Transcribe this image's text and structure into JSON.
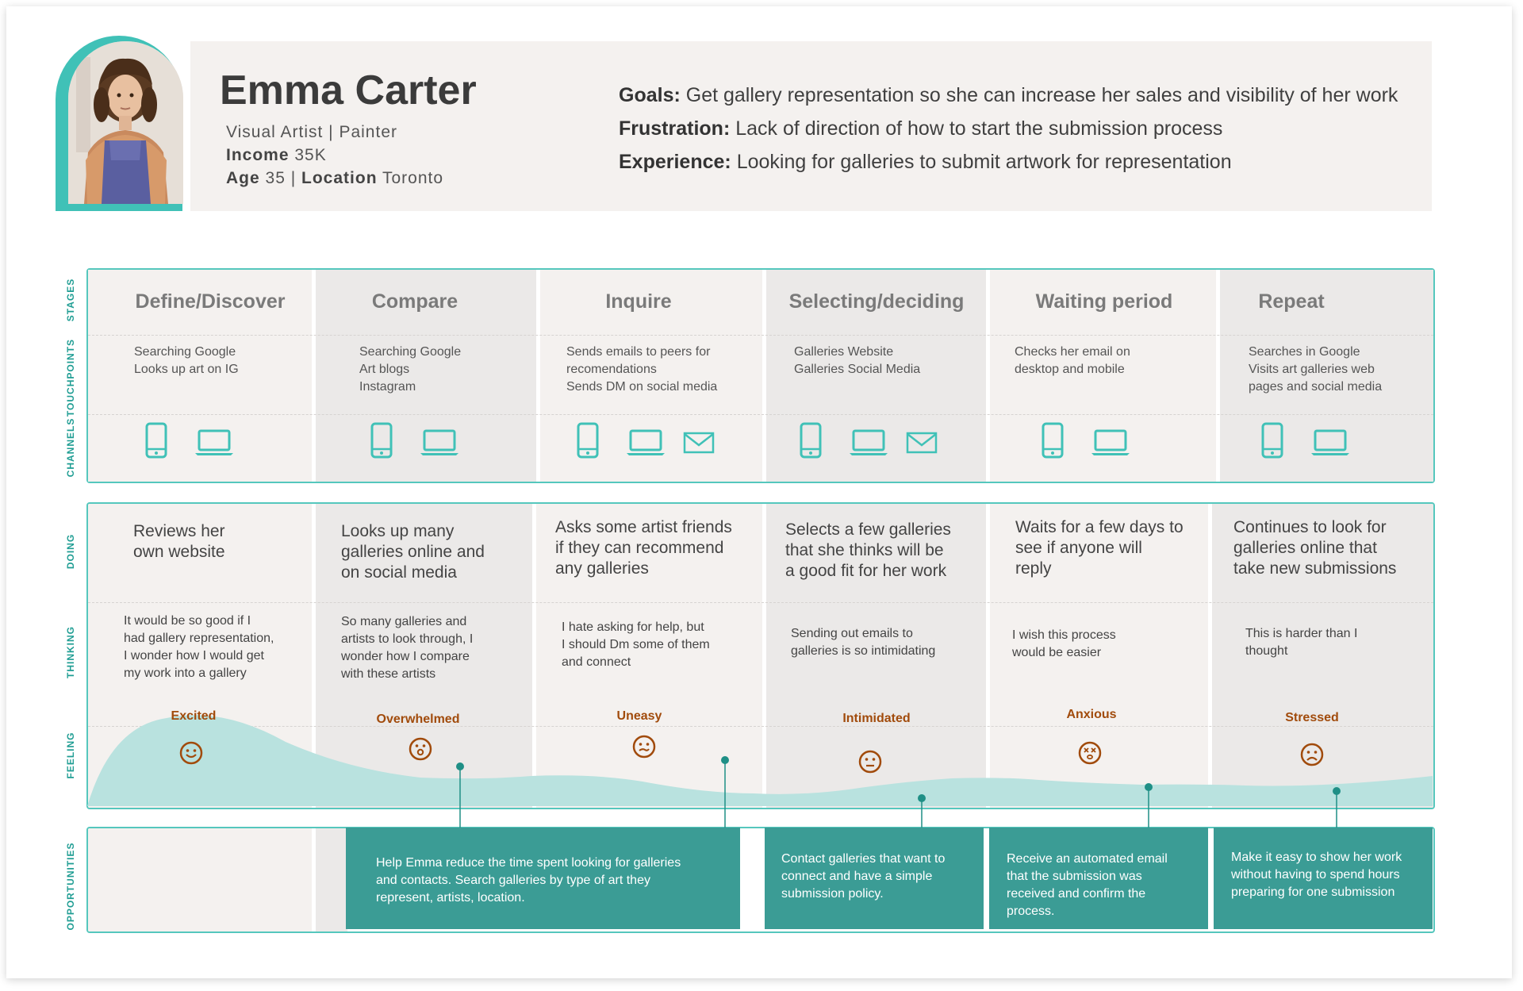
{
  "persona": {
    "name": "Emma Carter",
    "role": "Visual Artist | Painter",
    "income_label": "Income",
    "income_value": "35K",
    "age_label": "Age",
    "age_value": "35 |",
    "location_label": "Location",
    "location_value": "Toronto",
    "goals_label": "Goals:",
    "goals_text": "Get gallery representation so she can increase her sales and visibility of her work",
    "frustration_label": "Frustration:",
    "frustration_text": "Lack of direction of how to start the submission process",
    "experience_label": "Experience:",
    "experience_text": "Looking for galleries to submit artwork for representation"
  },
  "row_labels": {
    "stages": "STAGES",
    "touchpoints": "TOUCHPOINTS",
    "channels": "CHANNELS",
    "doing": "DOING",
    "thinking": "THINKING",
    "feeling": "FEELING",
    "opportunities": "OPPORTUNITIES"
  },
  "stages": [
    {
      "title": "Define/Discover",
      "touchpoints": [
        "Searching Google",
        "Looks up art on IG"
      ],
      "channels": [
        "phone-icon",
        "laptop-icon"
      ],
      "doing": [
        "Reviews her",
        "own website"
      ],
      "thinking": [
        "It would be so good if I",
        "had gallery representation,",
        "I wonder how I would get",
        "my work into a gallery"
      ],
      "feeling": "Excited",
      "face": "smile"
    },
    {
      "title": "Compare",
      "touchpoints": [
        "Searching Google",
        "Art blogs",
        "Instagram"
      ],
      "channels": [
        "phone-icon",
        "laptop-icon"
      ],
      "doing": [
        "Looks up many",
        "galleries online and",
        "on social media"
      ],
      "thinking": [
        "So many galleries and",
        "artists to look through, I",
        "wonder how I compare",
        "with these artists"
      ],
      "feeling": "Overwhelmed",
      "face": "surprised"
    },
    {
      "title": "Inquire",
      "touchpoints": [
        "Sends emails to peers for",
        "recomendations",
        "Sends DM on social media"
      ],
      "channels": [
        "phone-icon",
        "laptop-icon",
        "mail-icon"
      ],
      "doing": [
        "Asks some artist friends",
        "if they can recommend",
        "any galleries"
      ],
      "thinking": [
        "I hate asking for help, but",
        "I should Dm some of them",
        "and connect"
      ],
      "feeling": "Uneasy",
      "face": "uneasy"
    },
    {
      "title": "Selecting/deciding",
      "touchpoints": [
        "Galleries Website",
        "Galleries Social Media"
      ],
      "channels": [
        "phone-icon",
        "laptop-icon",
        "mail-icon"
      ],
      "doing": [
        "Selects a few galleries",
        "that she thinks will be",
        "a good fit for her work"
      ],
      "thinking": [
        "Sending out emails to",
        "galleries is so intimidating"
      ],
      "feeling": "Intimidated",
      "face": "intimidated"
    },
    {
      "title": "Waiting period",
      "touchpoints": [
        "Checks her email on",
        "desktop and mobile"
      ],
      "channels": [
        "phone-icon",
        "laptop-icon"
      ],
      "doing": [
        "Waits for a few days to",
        "see if anyone will",
        "reply"
      ],
      "thinking": [
        "I wish this process",
        "would be easier"
      ],
      "feeling": "Anxious",
      "face": "anxious"
    },
    {
      "title": "Repeat",
      "touchpoints": [
        "Searches in Google",
        "Visits art galleries web",
        "pages and social media"
      ],
      "channels": [
        "phone-icon",
        "laptop-icon"
      ],
      "doing": [
        "Continues to look for",
        "galleries online that",
        "take new submissions"
      ],
      "thinking": [
        "This is harder than I",
        "thought"
      ],
      "feeling": "Stressed",
      "face": "sad"
    }
  ],
  "opportunities": [
    [
      "Help Emma reduce the time spent looking for galleries",
      "and contacts. Search galleries by type of art they",
      "represent, artists, location."
    ],
    [
      "Contact galleries that want to",
      "connect and have a simple",
      "submission policy."
    ],
    [
      "Receive an automated email",
      "that the submission was",
      "received and confirm the",
      "process."
    ],
    [
      "Make it easy to show her work",
      "without having to spend hours",
      "preparing for one submission"
    ]
  ],
  "colors": {
    "accent": "#40c1b7",
    "opportunity": "#3b9c95",
    "feeling_text": "#a14b0c",
    "curve_fill": "#b9e2df"
  }
}
